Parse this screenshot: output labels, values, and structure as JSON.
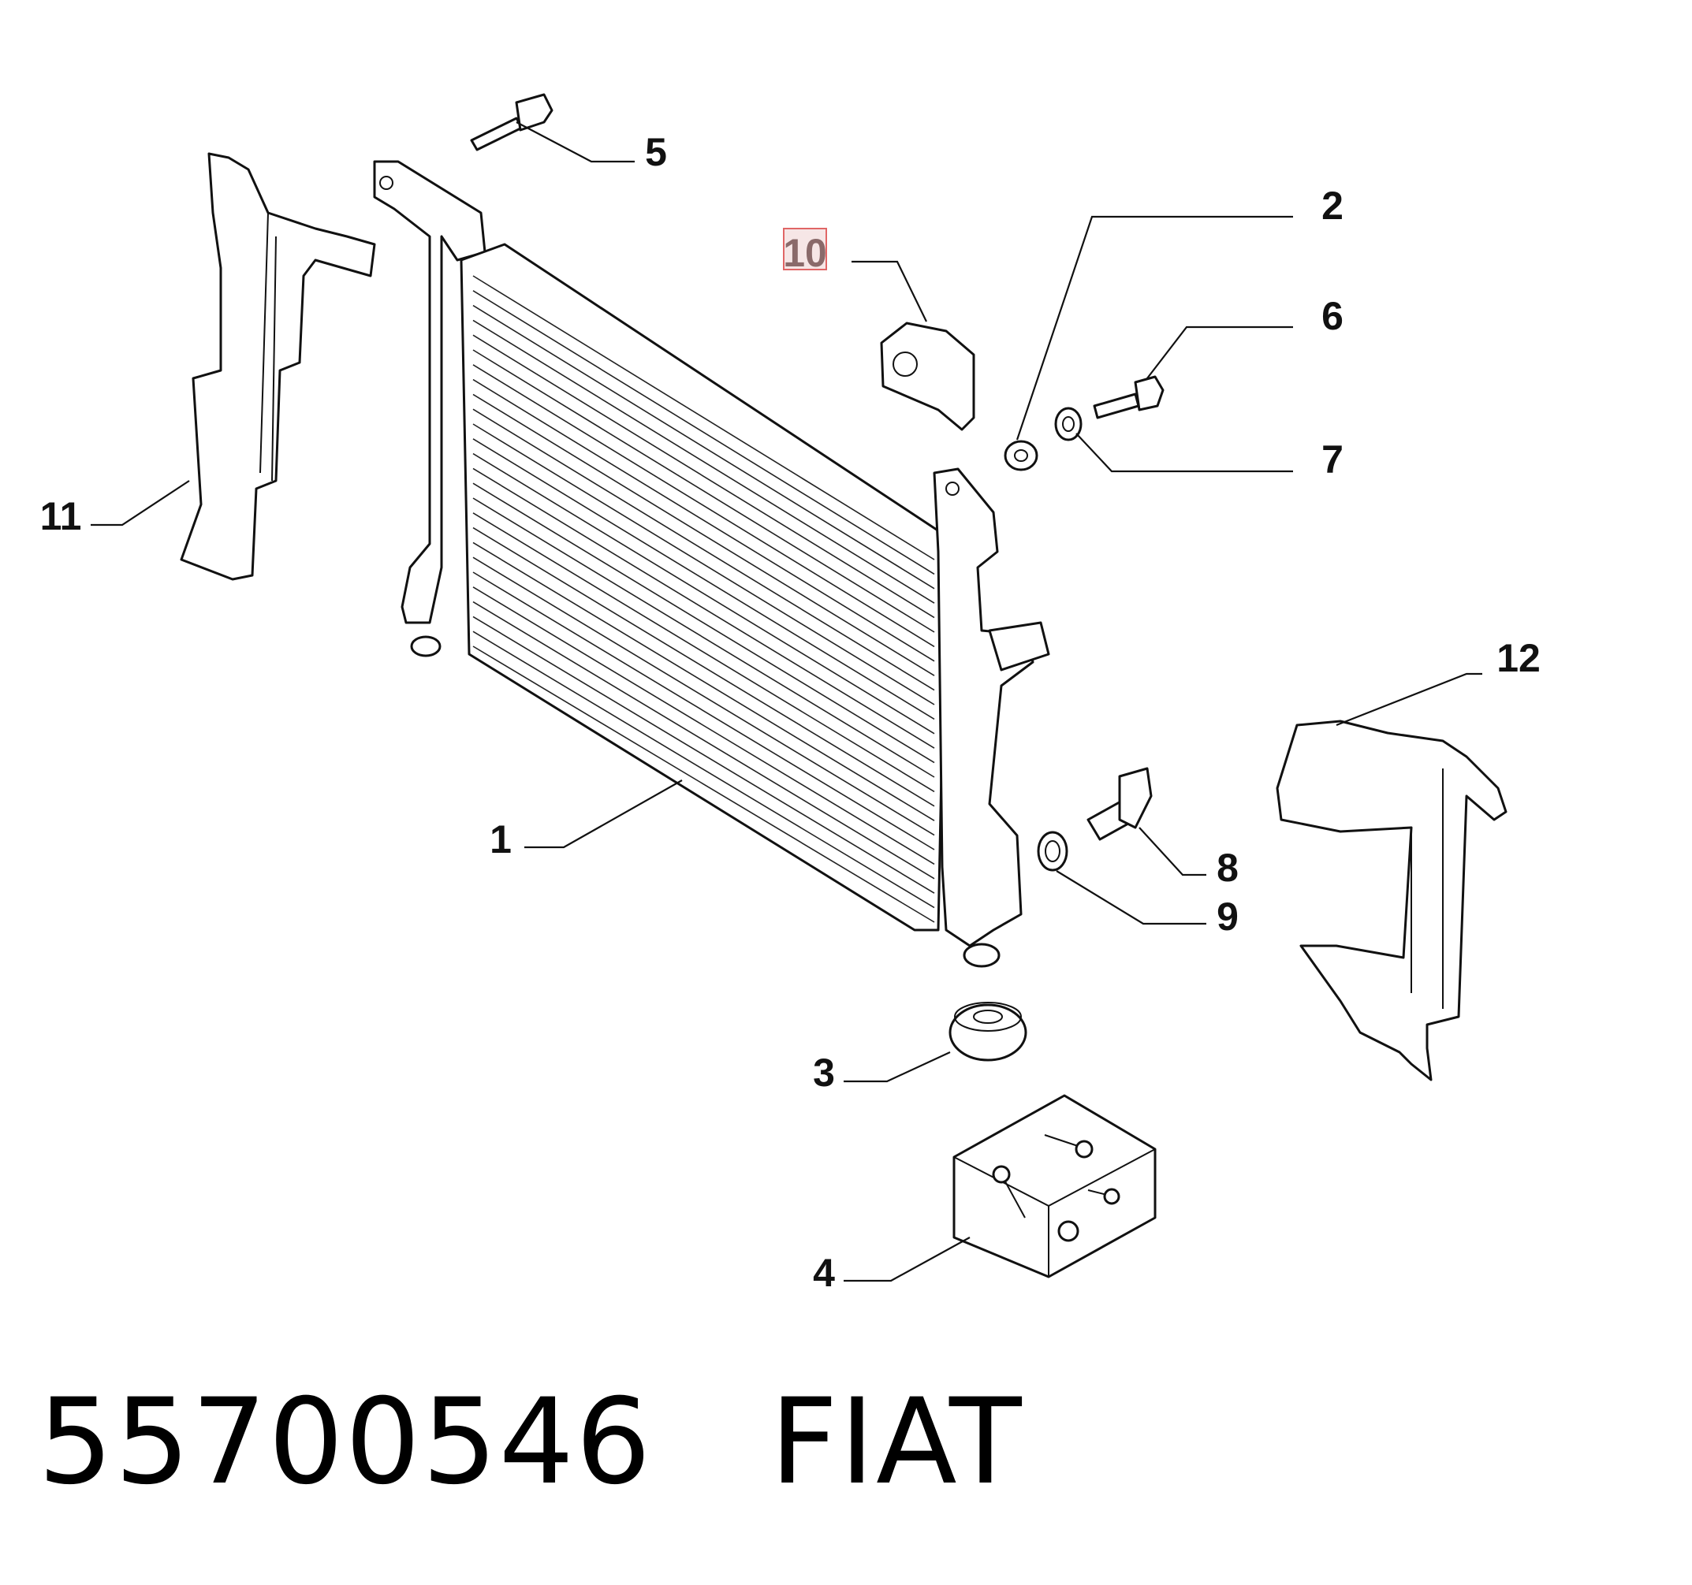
{
  "callouts": [
    {
      "id": "1",
      "label": "1"
    },
    {
      "id": "2",
      "label": "2"
    },
    {
      "id": "3",
      "label": "3"
    },
    {
      "id": "4",
      "label": "4"
    },
    {
      "id": "5",
      "label": "5"
    },
    {
      "id": "6",
      "label": "6"
    },
    {
      "id": "7",
      "label": "7"
    },
    {
      "id": "8",
      "label": "8"
    },
    {
      "id": "9",
      "label": "9"
    },
    {
      "id": "10",
      "label": "10",
      "highlighted": true
    },
    {
      "id": "11",
      "label": "11"
    },
    {
      "id": "12",
      "label": "12"
    }
  ],
  "caption": {
    "part_number": "55700546",
    "brand": "FIAT"
  },
  "colors": {
    "line": "#111111",
    "highlight_border": "#e06666",
    "highlight_fill": "#f6e6e6"
  }
}
